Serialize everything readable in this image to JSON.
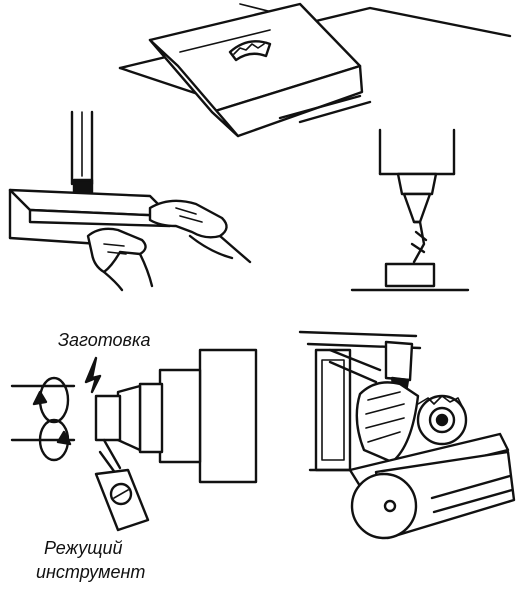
{
  "labels": {
    "workpiece": "Заготовка",
    "cutting_tool_line1": "Режущий",
    "cutting_tool_line2": "инструмент"
  },
  "panels": [
    {
      "name": "table-saw",
      "icon": "saw-icon"
    },
    {
      "name": "hand-drill",
      "icon": "drill-icon"
    },
    {
      "name": "drill-press",
      "icon": "drill-bit-icon"
    },
    {
      "name": "lathe",
      "icon": "lathe-icon"
    },
    {
      "name": "milling-machine",
      "icon": "milling-cutter-icon"
    }
  ]
}
